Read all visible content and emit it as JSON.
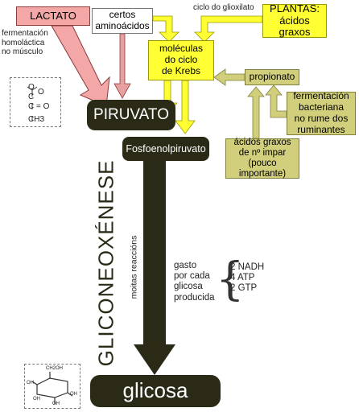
{
  "colors": {
    "lactato_fill": "#f4a7a7",
    "lactato_arrow": "#f4a7a7",
    "yellow_fill": "#ffff33",
    "olive_fill": "#d1cf7c",
    "dark_fill": "#2a2a16",
    "gray_arrow": "#e7a0a0"
  },
  "boxes": {
    "lactato": "LACTATO",
    "certos_aminoacidos": "certos\naminoácidos",
    "plantas": "PLANTAS:\nácidos\ngraxos",
    "krebs": "moléculas\ndo ciclo\nde Krebs",
    "propionato": "propionato",
    "fermentacion_bacteriana": "fermentación\nbacteriana\nno rume dos\nruminantes",
    "acidos_graxos_impar": "ácidos graxos\nde nº impar\n(pouco importante)",
    "piruvato": "PIRUVATO",
    "fosfoenolpiruvato": "Fosfoenolpiruvato",
    "glicosa": "glicosa"
  },
  "labels": {
    "fermentacion_homolactica": "fermentación\nhomoláctica\nno músculo",
    "ciclo_glioxilato": "ciclo do glioxilato",
    "gluconeoxenese": "GLICONEOXÉNESE",
    "moitas_reaccions": "moitas reaccións",
    "gasto": "gasto\npor cada\nglicosa\nproducida",
    "produtos": "2 NADH\n4 ATP\n2 GTP",
    "brace": "{"
  },
  "structures": {
    "piruvato_formula": [
      "O",
      "C",
      "O",
      "C = O",
      "CH3"
    ],
    "glicosa_formula": [
      "CH2OH",
      "OH",
      "OH",
      "OH",
      "OH"
    ]
  }
}
